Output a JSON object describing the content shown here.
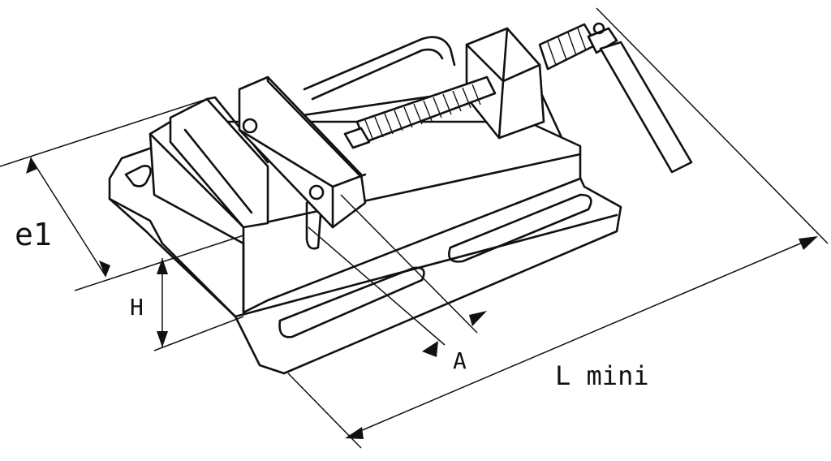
{
  "labels": {
    "e1": "e1",
    "h": "H",
    "a": "A",
    "l_mini": "L mini"
  },
  "colors": {
    "ink": "#111111",
    "paper": "#ffffff"
  }
}
